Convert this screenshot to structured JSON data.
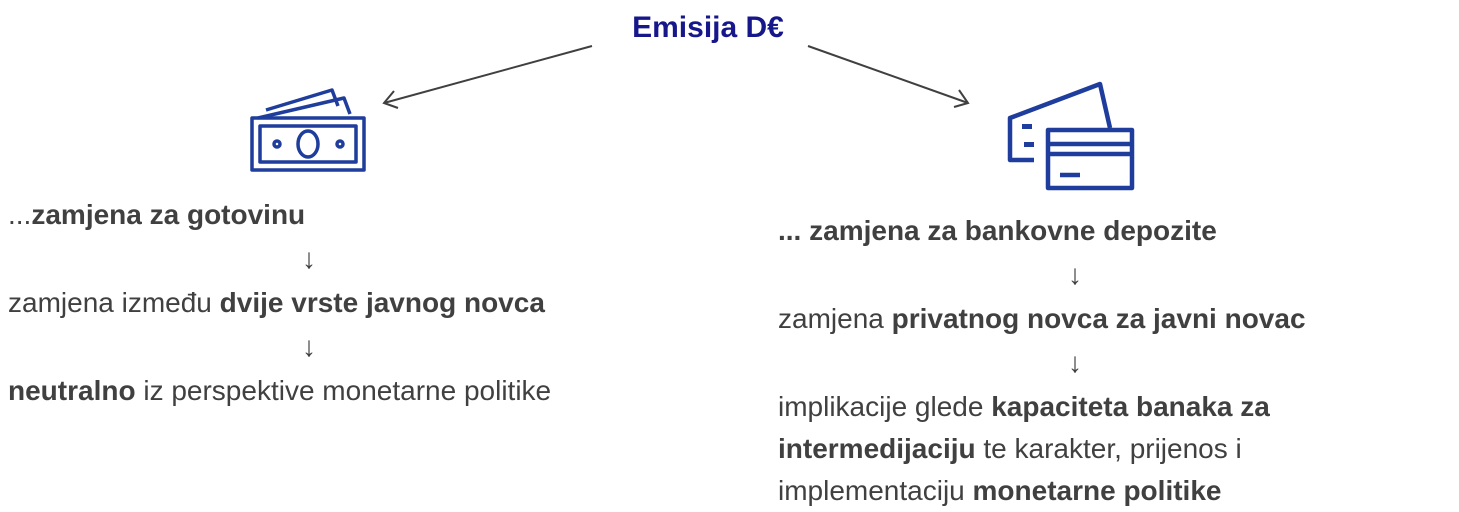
{
  "title": "Emisija D€",
  "icons": {
    "left": "banknotes-icon",
    "right": "cards-icon",
    "accent": "#1f3d9c"
  },
  "down_arrow": "↓",
  "left": {
    "l1": {
      "pre": "...",
      "bold": "zamjena za gotovinu"
    },
    "l2": {
      "pre": "zamjena između ",
      "bold": "dvije vrste javnog novca"
    },
    "l3": {
      "bold": "neutralno",
      "post": " iz perspektive monetarne politike"
    }
  },
  "right": {
    "l1": {
      "bold": "... zamjena za bankovne depozite"
    },
    "l2": {
      "pre": "zamjena ",
      "bold": "privatnog novca za javni novac"
    },
    "l3": {
      "a": "implikacije glede ",
      "b": "kapaciteta banaka za",
      "c": "intermedijaciju",
      "d": " te karakter, prijenos i",
      "e": "implementaciju ",
      "f": "monetarne politike"
    }
  }
}
